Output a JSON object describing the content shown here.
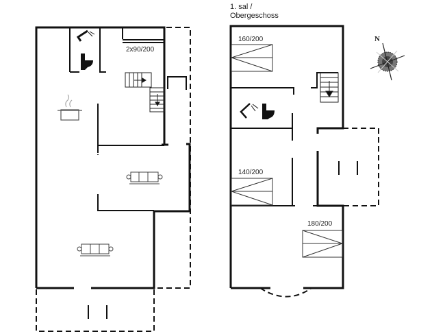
{
  "title": {
    "line1": "1. sal /",
    "line2": "Obergeschoss"
  },
  "compass": {
    "label": "N"
  },
  "ground_floor": {
    "bed_label": "2x90/200",
    "icons": [
      "shower-icon",
      "toilet-icon",
      "cooking-pot-icon",
      "sofa-icon",
      "sofa-icon",
      "stairs-icon"
    ]
  },
  "upper_floor": {
    "beds": [
      {
        "label": "160/200"
      },
      {
        "label": "140/200"
      },
      {
        "label": "180/200"
      }
    ],
    "icons": [
      "shower-icon",
      "toilet-icon",
      "stairs-icon"
    ]
  },
  "colors": {
    "wall": "#111111",
    "line": "#333333"
  }
}
